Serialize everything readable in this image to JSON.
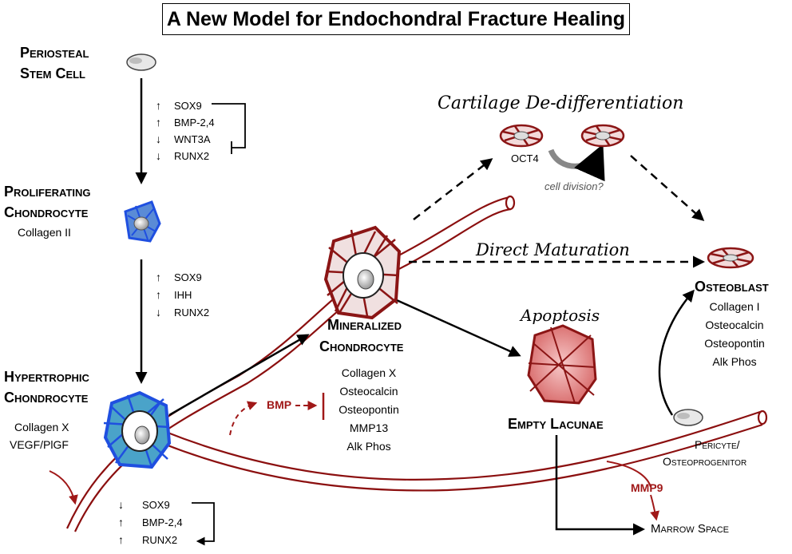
{
  "title": "A New Model for Endochondral Fracture Healing",
  "colors": {
    "vessel": "#8b0f0f",
    "chondrocyte_blue": "#1f4fe0",
    "matrix_red": "#8b1515",
    "arrow": "#000000",
    "bmp": "#a01818"
  },
  "icons": [
    "stem-cell-icon",
    "proliferating-chondrocyte-icon",
    "hypertrophic-chondrocyte-icon",
    "mineralized-chondrocyte-icon",
    "empty-lacunae-icon",
    "dedifferentiated-cell-icon",
    "osteoblast-icon",
    "pericyte-icon",
    "blood-vessel-icon"
  ],
  "cells": {
    "periosteal": {
      "line1": "Periosteal",
      "line2": "Stem Cell"
    },
    "proliferating": {
      "line1": "Proliferating",
      "line2": "Chondrocyte",
      "marker": "Collagen II"
    },
    "hypertrophic": {
      "line1": "Hypertrophic",
      "line2": "Chondrocyte",
      "markers": [
        "Collagen X",
        "VEGF/PlGF"
      ]
    },
    "mineralized": {
      "line1": "Mineralized",
      "line2": "Chondrocyte",
      "markers": [
        "Collagen X",
        "Osteocalcin",
        "Osteopontin",
        "MMP13",
        "Alk Phos"
      ]
    },
    "empty_lacunae": {
      "label": "Empty Lacunae"
    },
    "osteoblast": {
      "label": "Osteoblast",
      "markers": [
        "Collagen I",
        "Osteocalcin",
        "Osteopontin",
        "Alk Phos"
      ]
    },
    "pericyte": {
      "line1": "Pericyte/",
      "line2": "Osteoprogenitor"
    }
  },
  "genes": {
    "step1": [
      {
        "dir": "↑",
        "gene": "SOX9"
      },
      {
        "dir": "↑",
        "gene": "BMP-2,4"
      },
      {
        "dir": "↓",
        "gene": "WNT3A"
      },
      {
        "dir": "↓",
        "gene": "RUNX2"
      }
    ],
    "step2": [
      {
        "dir": "↑",
        "gene": "SOX9"
      },
      {
        "dir": "↑",
        "gene": "IHH"
      },
      {
        "dir": "↓",
        "gene": "RUNX2"
      }
    ],
    "step3": [
      {
        "dir": "↓",
        "gene": "SOX9"
      },
      {
        "dir": "↑",
        "gene": "BMP-2,4"
      },
      {
        "dir": "↑",
        "gene": "RUNX2"
      }
    ]
  },
  "processes": {
    "dedifferentiation": "Cartilage De-differentiation",
    "oct4": "OCT4",
    "cell_division": "cell division?",
    "direct_maturation": "Direct Maturation",
    "apoptosis": "Apoptosis",
    "bmp": "BMP",
    "mmp9": "MMP9",
    "marrow_space": "Marrow Space"
  }
}
